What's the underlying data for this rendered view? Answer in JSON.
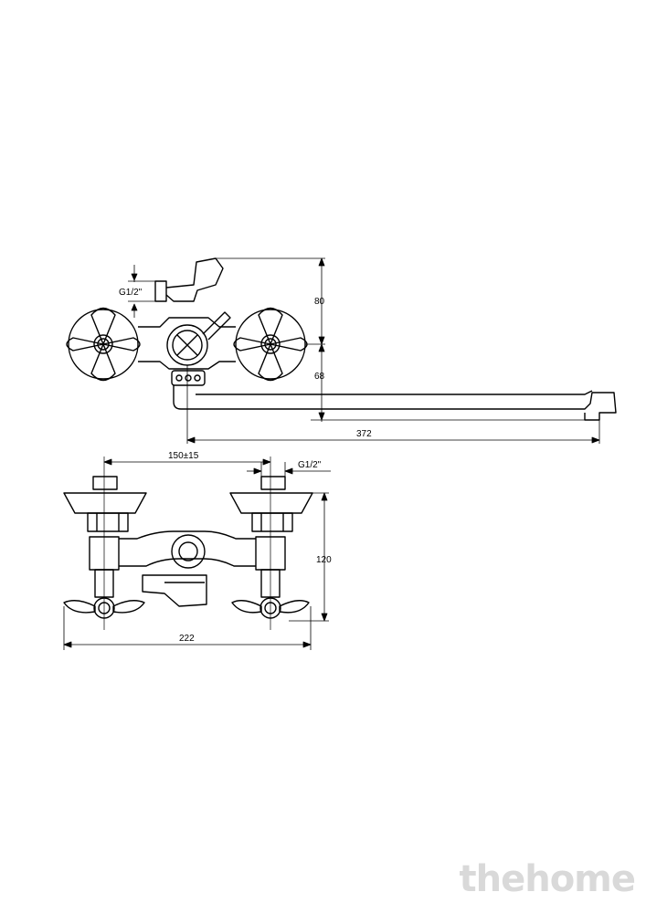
{
  "dimensions": {
    "upper": {
      "height_above": "80",
      "height_below": "68",
      "spout_reach": "372",
      "thread": "G1/2\""
    },
    "lower": {
      "center_distance": "150±15",
      "thread": "G1/2\"",
      "height": "120",
      "width": "222"
    }
  },
  "watermark": "thehome"
}
